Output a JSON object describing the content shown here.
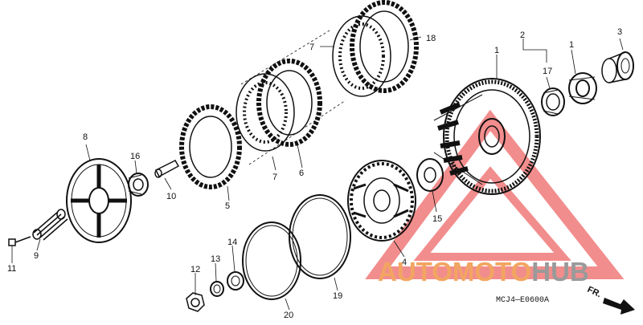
{
  "diagram": {
    "part_numbers": {
      "p1_housing": "1",
      "p1_collar": "1",
      "p2": "2",
      "p3": "3",
      "p4": "4",
      "p5": "5",
      "p6": "6",
      "p7_top": "7",
      "p7_mid": "7",
      "p8": "8",
      "p9": "9",
      "p10": "10",
      "p11": "11",
      "p12": "12",
      "p13": "13",
      "p14": "14",
      "p15": "15",
      "p16": "16",
      "p17": "17",
      "p18": "18",
      "p19": "19",
      "p20": "20"
    },
    "diagram_code": "MCJ4—E0600A",
    "direction_label": "FR.",
    "watermark": {
      "part1": "AUTOMOTO",
      "part2": "HUB",
      "color_primary": "#f2a561",
      "color_secondary": "#9a9a9a",
      "triangle_color": "#f07a7a"
    }
  }
}
